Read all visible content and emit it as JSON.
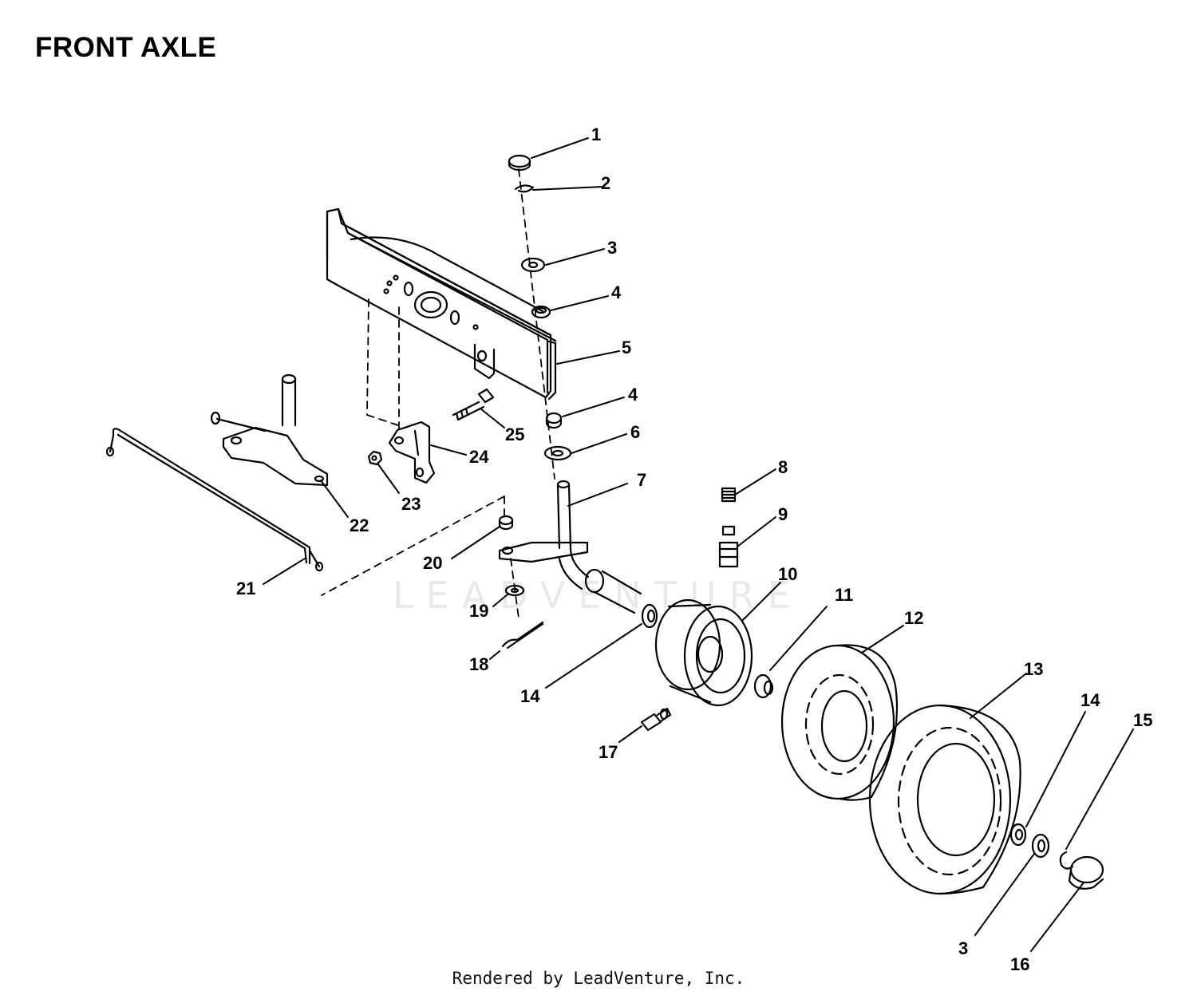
{
  "title": "FRONT AXLE",
  "footer": "Rendered by LeadVenture, Inc.",
  "watermark": "LEADVENTURE",
  "parts": [
    {
      "id": "p1",
      "label": "1"
    },
    {
      "id": "p2",
      "label": "2"
    },
    {
      "id": "p3a",
      "label": "3"
    },
    {
      "id": "p4a",
      "label": "4"
    },
    {
      "id": "p5",
      "label": "5"
    },
    {
      "id": "p4b",
      "label": "4"
    },
    {
      "id": "p6",
      "label": "6"
    },
    {
      "id": "p7",
      "label": "7"
    },
    {
      "id": "p8",
      "label": "8"
    },
    {
      "id": "p9",
      "label": "9"
    },
    {
      "id": "p10",
      "label": "10"
    },
    {
      "id": "p11",
      "label": "11"
    },
    {
      "id": "p12",
      "label": "12"
    },
    {
      "id": "p13",
      "label": "13"
    },
    {
      "id": "p14a",
      "label": "14"
    },
    {
      "id": "p14b",
      "label": "14"
    },
    {
      "id": "p15",
      "label": "15"
    },
    {
      "id": "p3b",
      "label": "3"
    },
    {
      "id": "p16",
      "label": "16"
    },
    {
      "id": "p17",
      "label": "17"
    },
    {
      "id": "p18",
      "label": "18"
    },
    {
      "id": "p19",
      "label": "19"
    },
    {
      "id": "p20",
      "label": "20"
    },
    {
      "id": "p21",
      "label": "21"
    },
    {
      "id": "p22",
      "label": "22"
    },
    {
      "id": "p23",
      "label": "23"
    },
    {
      "id": "p24",
      "label": "24"
    },
    {
      "id": "p25",
      "label": "25"
    }
  ]
}
